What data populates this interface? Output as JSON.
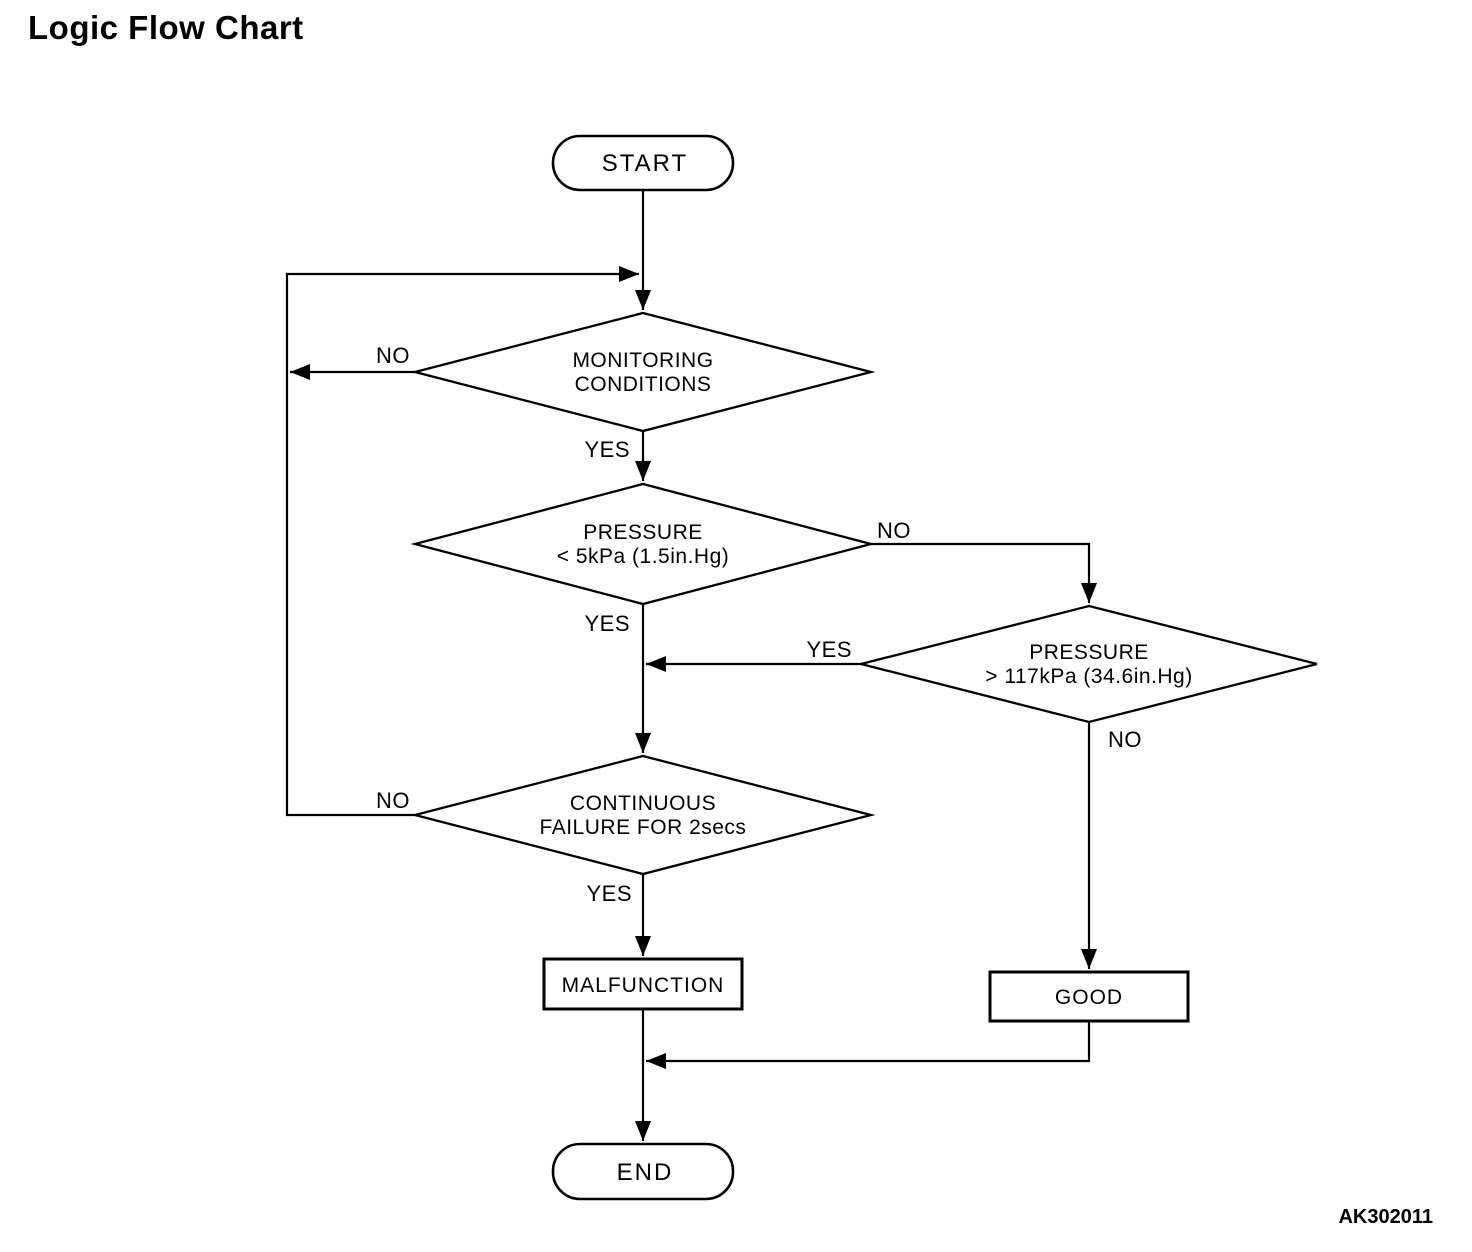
{
  "title": "Logic Flow Chart",
  "figure_code": "AK302011",
  "colors": {
    "ink": "#000000",
    "background": "#ffffff"
  },
  "nodes": {
    "start": {
      "type": "terminator",
      "label": "START"
    },
    "monitoring": {
      "type": "decision",
      "line1": "MONITORING",
      "line2": "CONDITIONS"
    },
    "pressure_low": {
      "type": "decision",
      "line1": "PRESSURE",
      "line2": "< 5kPa (1.5in.Hg)"
    },
    "pressure_high": {
      "type": "decision",
      "line1": "PRESSURE",
      "line2": "> 117kPa (34.6in.Hg)"
    },
    "continuous": {
      "type": "decision",
      "line1": "CONTINUOUS",
      "line2": "FAILURE FOR 2secs"
    },
    "malfunction": {
      "type": "process",
      "label": "MALFUNCTION"
    },
    "good": {
      "type": "process",
      "label": "GOOD"
    },
    "end": {
      "type": "terminator",
      "label": "END"
    }
  },
  "edges": {
    "monitoring_no": "NO",
    "monitoring_yes": "YES",
    "pressure_low_no": "NO",
    "pressure_low_yes": "YES",
    "pressure_high_yes": "YES",
    "pressure_high_no": "NO",
    "continuous_no": "NO",
    "continuous_yes": "YES"
  }
}
